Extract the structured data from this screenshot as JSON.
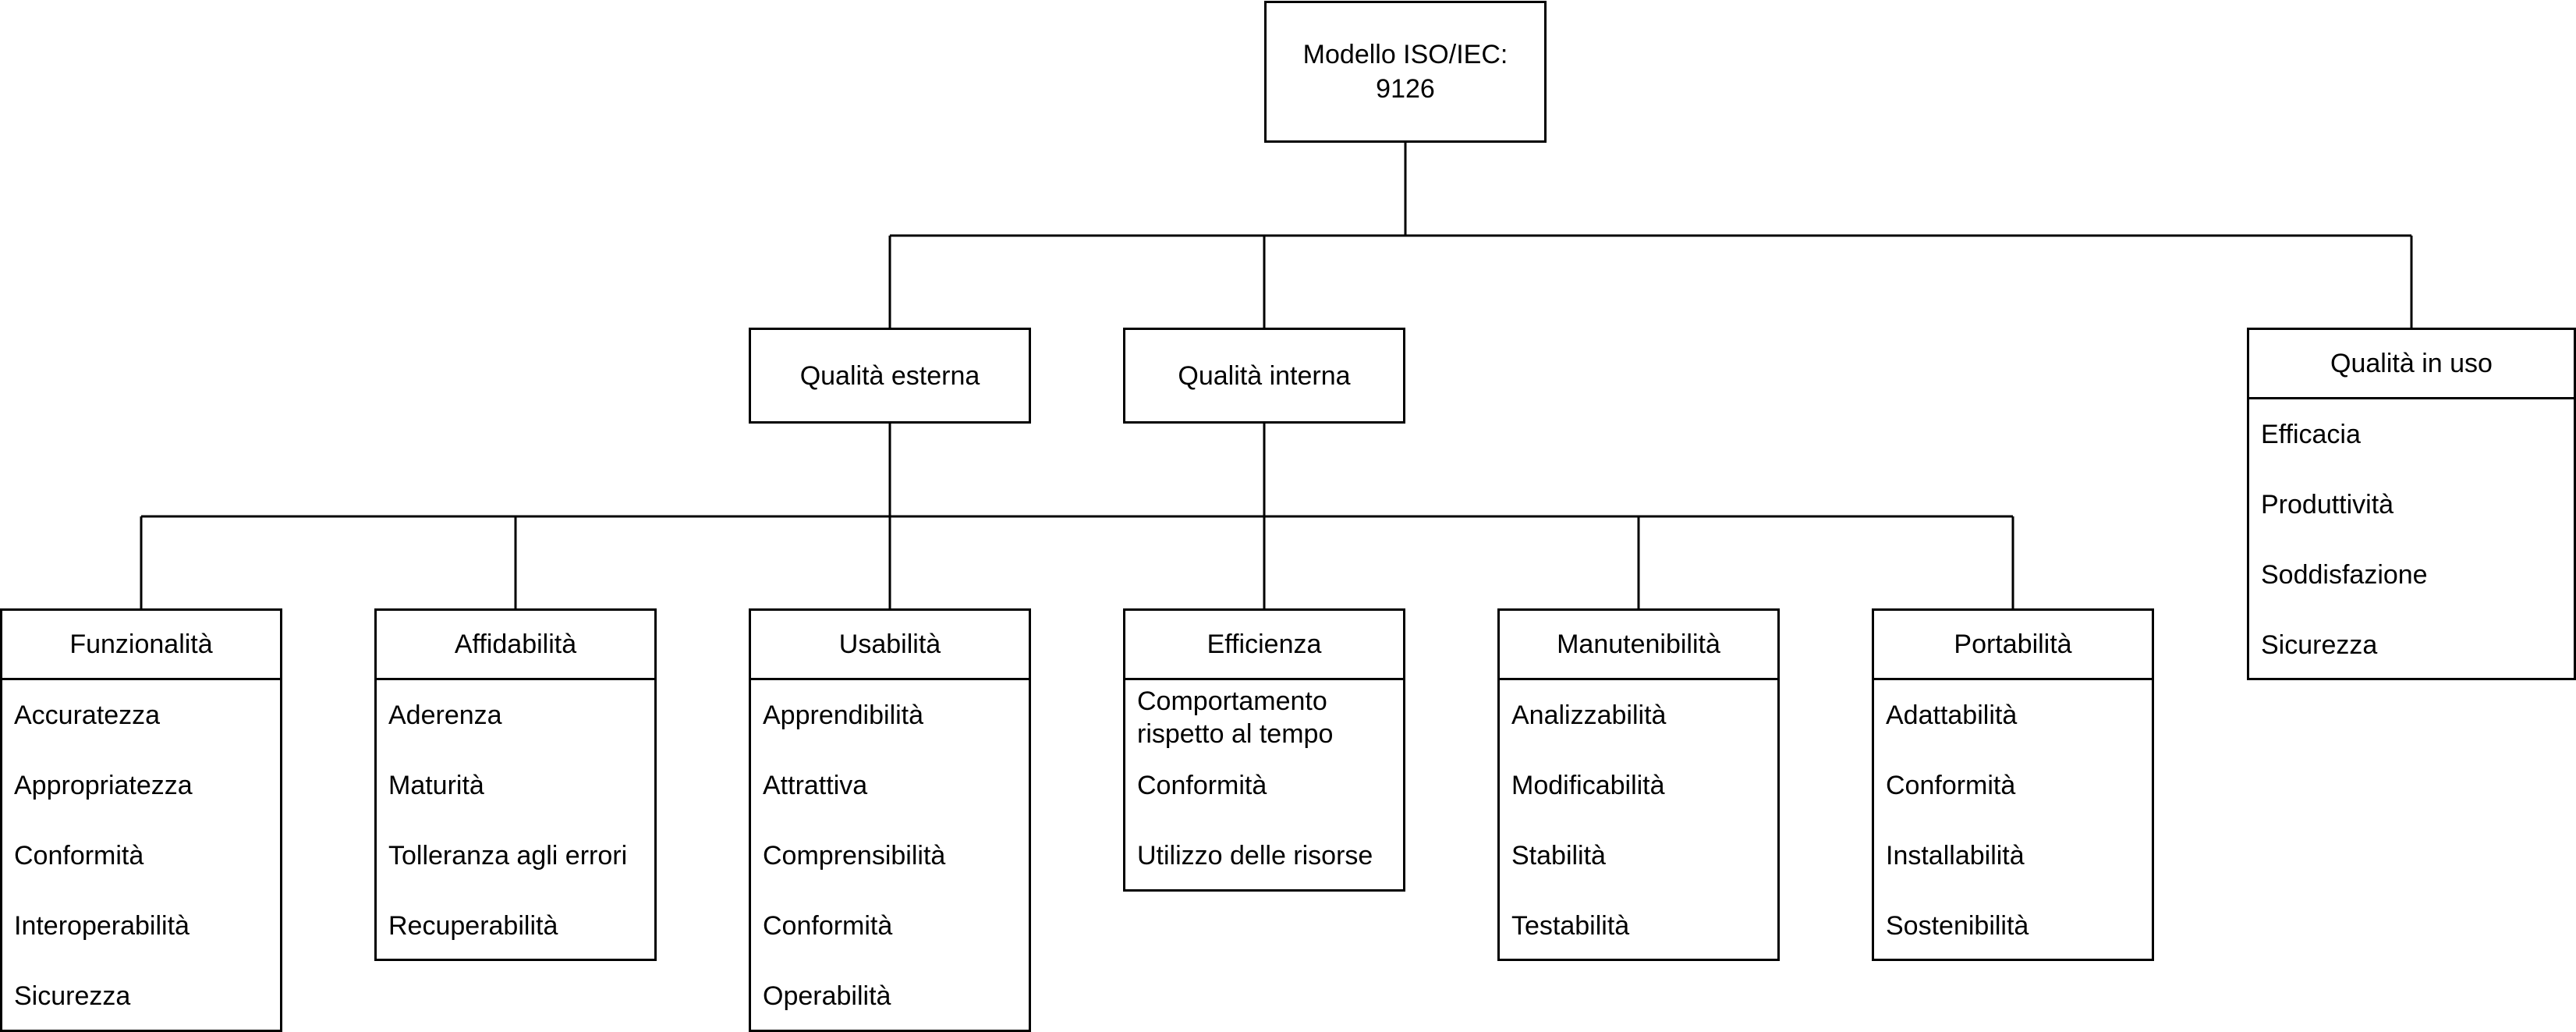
{
  "root": {
    "label": "Modello ISO/IEC:\n9126"
  },
  "qualita_esterna": {
    "label": "Qualità esterna"
  },
  "qualita_interna": {
    "label": "Qualità interna"
  },
  "qualita_in_uso": {
    "title": "Qualità in uso",
    "items": [
      "Efficacia",
      "Produttività",
      "Soddisfazione",
      "Sicurezza"
    ]
  },
  "characteristics": [
    {
      "title": "Funzionalità",
      "items": [
        "Accuratezza",
        "Appropriatezza",
        "Conformità",
        "Interoperabilità",
        "Sicurezza"
      ]
    },
    {
      "title": "Affidabilità",
      "items": [
        "Aderenza",
        "Maturità",
        "Tolleranza agli errori",
        "Recuperabilità"
      ]
    },
    {
      "title": "Usabilità",
      "items": [
        "Apprendibilità",
        "Attrattiva",
        "Comprensibilità",
        "Conformità",
        "Operabilità"
      ]
    },
    {
      "title": "Efficienza",
      "items": [
        "Comportamento rispetto al tempo",
        "Conformità",
        "Utilizzo delle risorse"
      ]
    },
    {
      "title": "Manutenibilità",
      "items": [
        "Analizzabilità",
        "Modificabilità",
        "Stabilità",
        "Testabilità"
      ]
    },
    {
      "title": "Portabilità",
      "items": [
        "Adattabilità",
        "Conformità",
        "Installabilità",
        "Sostenibilità"
      ]
    }
  ]
}
